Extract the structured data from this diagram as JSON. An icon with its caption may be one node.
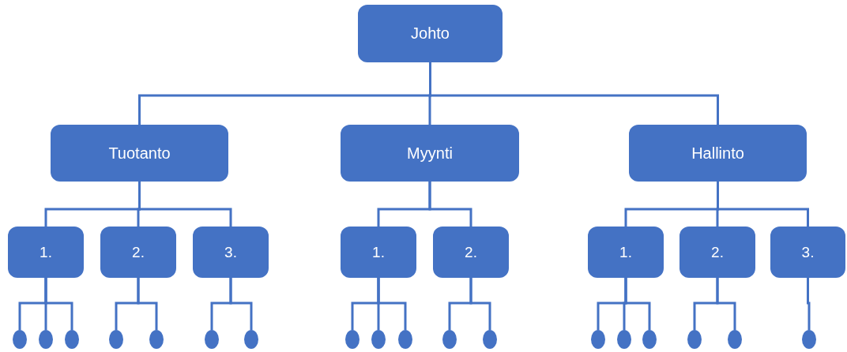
{
  "diagram": {
    "nodes": [
      {
        "text": [
          "Johto"
        ]
      },
      {
        "text": [
          "Tuotanto"
        ]
      },
      {
        "text": [
          "Myynti"
        ]
      },
      {
        "text": [
          "Hallinto"
        ]
      },
      {
        "text": [
          "1."
        ]
      },
      {
        "text": [
          "2."
        ]
      },
      {
        "text": [
          "3."
        ]
      },
      {
        "text": [
          "1."
        ]
      },
      {
        "text": [
          "2."
        ]
      },
      {
        "text": [
          "1."
        ]
      },
      {
        "text": [
          "2."
        ]
      },
      {
        "text": [
          "3."
        ]
      },
      {
        "text": [],
        "shape": "circle"
      },
      {
        "text": [],
        "shape": "circle"
      },
      {
        "text": [],
        "shape": "circle"
      },
      {
        "text": [],
        "shape": "circle"
      },
      {
        "text": [],
        "shape": "circle"
      },
      {
        "text": [],
        "shape": "circle"
      },
      {
        "text": [],
        "shape": "circle"
      },
      {
        "text": [],
        "shape": "circle"
      },
      {
        "text": [],
        "shape": "circle"
      },
      {
        "text": [],
        "shape": "circle"
      },
      {
        "text": [],
        "shape": "circle"
      },
      {
        "text": [],
        "shape": "circle"
      },
      {
        "text": [],
        "shape": "circle"
      },
      {
        "text": [],
        "shape": "circle"
      },
      {
        "text": [],
        "shape": "circle"
      },
      {
        "text": [],
        "shape": "circle"
      },
      {
        "text": [],
        "shape": "circle"
      },
      {
        "text": [],
        "shape": "circle"
      }
    ],
    "edges": [
      {
        "from": 0,
        "to": 1,
        "arrow": "none"
      },
      {
        "from": 0,
        "to": 2,
        "arrow": "none"
      },
      {
        "from": 0,
        "to": 3,
        "arrow": "none"
      },
      {
        "from": 1,
        "to": 4,
        "arrow": "none"
      },
      {
        "from": 1,
        "to": 5,
        "arrow": "none"
      },
      {
        "from": 1,
        "to": 6,
        "arrow": "none"
      },
      {
        "from": 2,
        "to": 7,
        "arrow": "none"
      },
      {
        "from": 2,
        "to": 8,
        "arrow": "none"
      },
      {
        "from": 3,
        "to": 9,
        "arrow": "none"
      },
      {
        "from": 3,
        "to": 10,
        "arrow": "none"
      },
      {
        "from": 3,
        "to": 11,
        "arrow": "none"
      },
      {
        "from": 4,
        "to": 12,
        "arrow": "none"
      },
      {
        "from": 4,
        "to": 13,
        "arrow": "none"
      },
      {
        "from": 4,
        "to": 14,
        "arrow": "none"
      },
      {
        "from": 5,
        "to": 15,
        "arrow": "none"
      },
      {
        "from": 5,
        "to": 16,
        "arrow": "none"
      },
      {
        "from": 6,
        "to": 17,
        "arrow": "none"
      },
      {
        "from": 6,
        "to": 18,
        "arrow": "none"
      },
      {
        "from": 7,
        "to": 19,
        "arrow": "none"
      },
      {
        "from": 7,
        "to": 20,
        "arrow": "none"
      },
      {
        "from": 7,
        "to": 21,
        "arrow": "none"
      },
      {
        "from": 8,
        "to": 22,
        "arrow": "none"
      },
      {
        "from": 8,
        "to": 23,
        "arrow": "none"
      },
      {
        "from": 9,
        "to": 24,
        "arrow": "none"
      },
      {
        "from": 9,
        "to": 25,
        "arrow": "none"
      },
      {
        "from": 9,
        "to": 26,
        "arrow": "none"
      },
      {
        "from": 10,
        "to": 27,
        "arrow": "none"
      },
      {
        "from": 10,
        "to": 28,
        "arrow": "none"
      },
      {
        "from": 11,
        "to": 29,
        "arrow": "none"
      }
    ]
  }
}
